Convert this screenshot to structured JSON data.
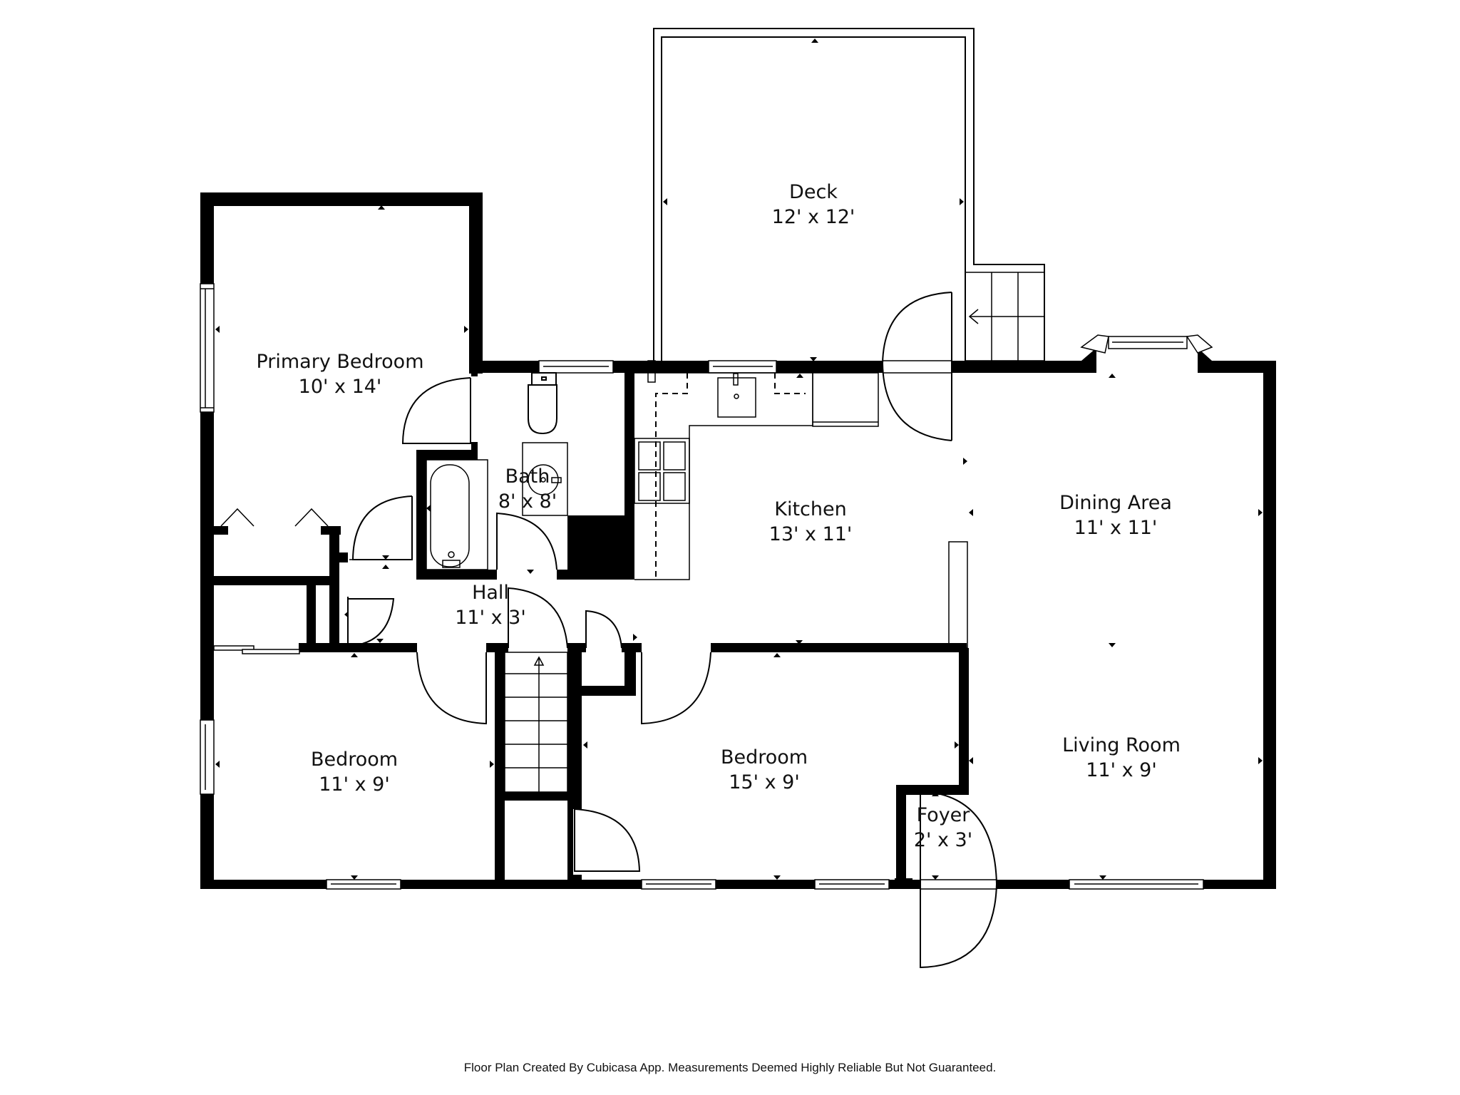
{
  "rooms": {
    "deck": {
      "name": "Deck",
      "size": "12' x 12'"
    },
    "primary_bedroom": {
      "name": "Primary Bedroom",
      "size": "10' x 14'"
    },
    "bath": {
      "name": "Bath",
      "size": "8' x 8'"
    },
    "kitchen": {
      "name": "Kitchen",
      "size": "13' x 11'"
    },
    "dining_area": {
      "name": "Dining Area",
      "size": "11' x 11'"
    },
    "hall": {
      "name": "Hall",
      "size": "11' x 3'"
    },
    "bedroom_left": {
      "name": "Bedroom",
      "size": "11' x 9'"
    },
    "bedroom_center": {
      "name": "Bedroom",
      "size": "15' x 9'"
    },
    "living_room": {
      "name": "Living Room",
      "size": "11' x 9'"
    },
    "foyer": {
      "name": "Foyer",
      "size": "2' x 3'"
    }
  },
  "footer": {
    "disclaimer": "Floor Plan Created By Cubicasa App. Measurements Deemed Highly Reliable But Not Guaranteed."
  },
  "colors": {
    "wall": "#000000",
    "background": "#ffffff"
  }
}
